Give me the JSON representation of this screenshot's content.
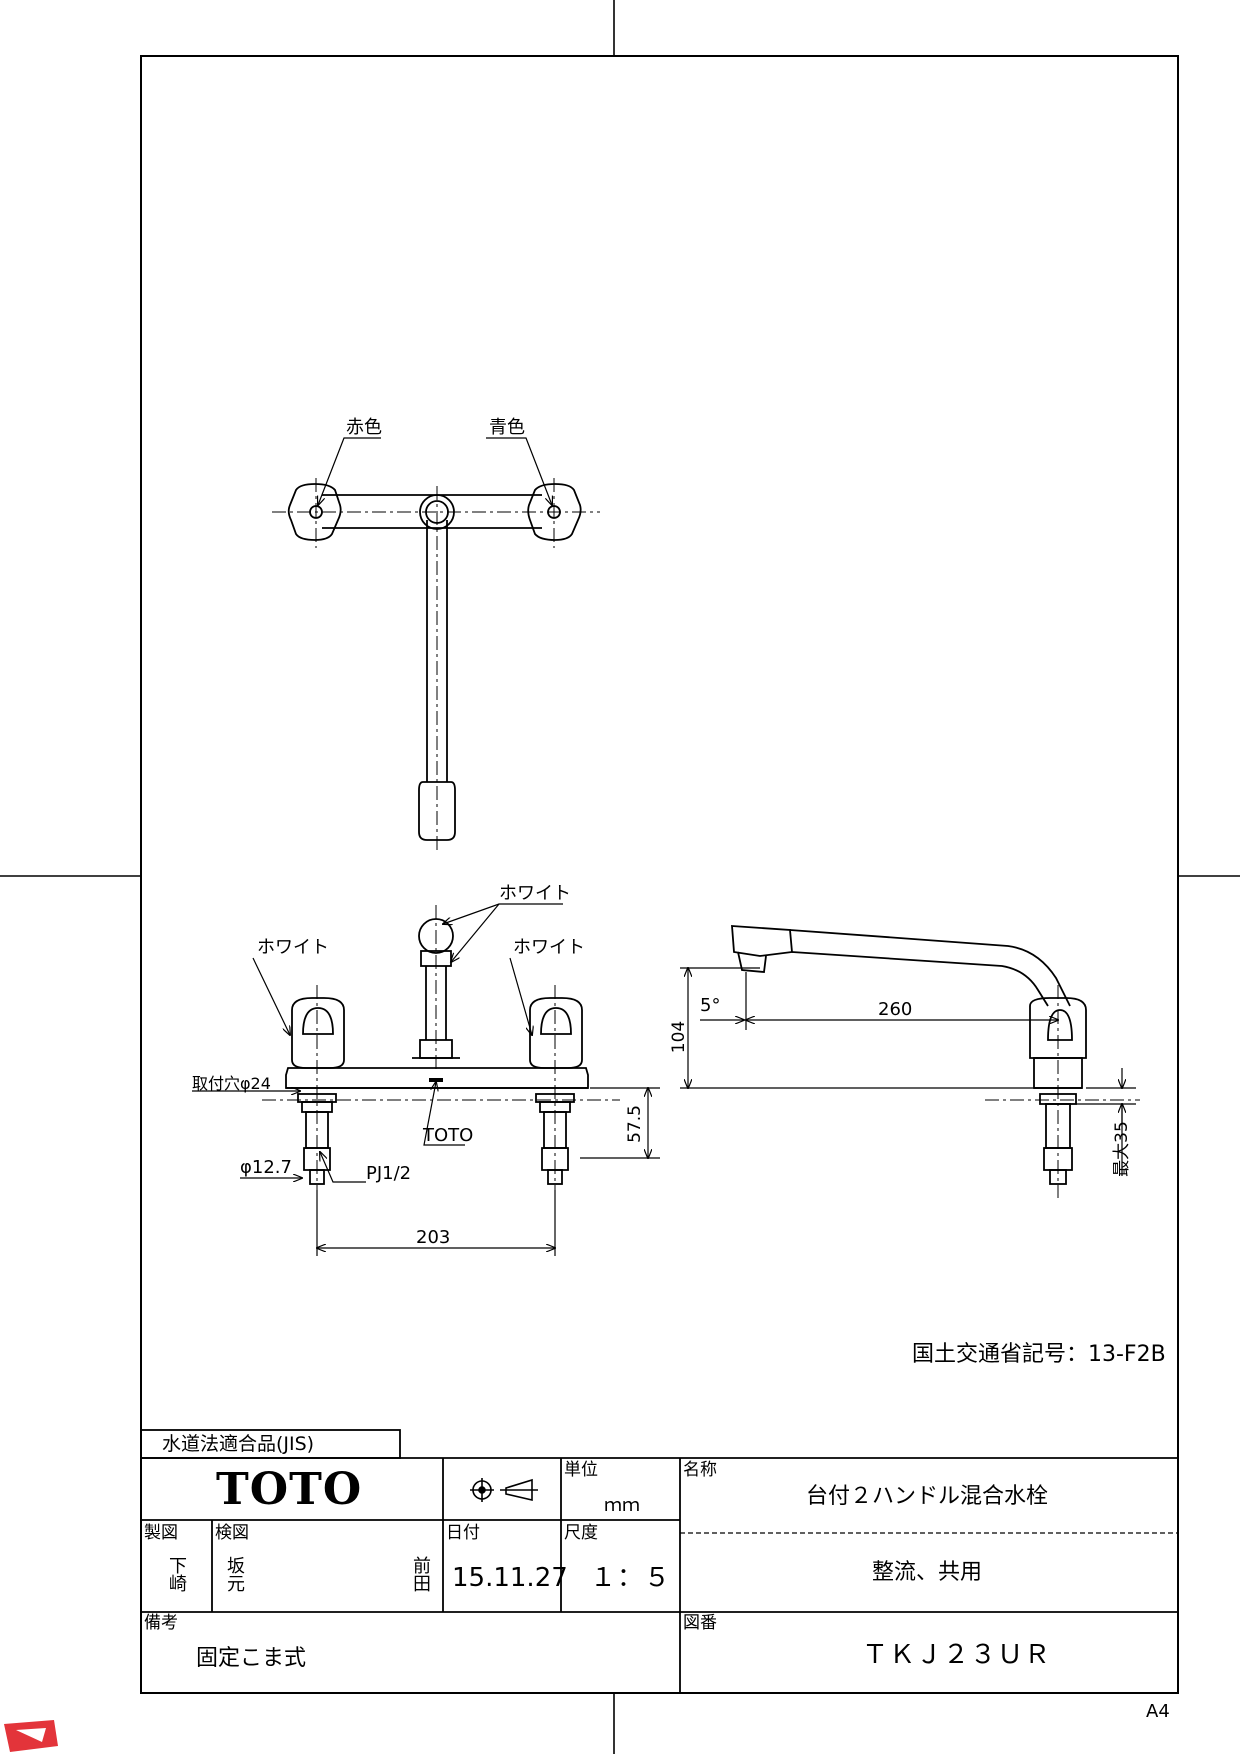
{
  "drawing": {
    "labels": {
      "red": "赤色",
      "blue": "青色",
      "white_spout": "ホワイト",
      "white_left": "ホワイト",
      "white_right": "ホワイト",
      "mount_hole": "取付穴φ24",
      "brand_mark": "TOTO",
      "pipe_diameter": "φ12.7",
      "thread": "PJ1/2"
    },
    "dimensions": {
      "pitch": "203",
      "below_deck": "57.5",
      "height": "104",
      "angle": "5°",
      "reach": "260",
      "max_thickness": "最大35"
    },
    "mlit_code": "国土交通省記号：13-F2B",
    "paper_size": "A4"
  },
  "title_block": {
    "jis_label": "水道法適合品(JIS)",
    "company_logo": "TOTO",
    "unit_header": "単位",
    "unit_value": "ｍｍ",
    "name_header": "名称",
    "name_value": "台付２ハンドル混合水栓",
    "subtitle_value": "整流、共用",
    "drafter_header": "製図",
    "drafter_name": "下崎",
    "checker_header": "検図",
    "checker_name": "坂元",
    "approver_name": "前田",
    "date_header": "日付",
    "date_value": "15.11.27",
    "scale_header": "尺度",
    "scale_value": "１：５",
    "remarks_header": "備考",
    "remarks_value": "固定こま式",
    "drawing_no_header": "図番",
    "drawing_no_value": "ＴＫＪ２３ＵＲ"
  }
}
